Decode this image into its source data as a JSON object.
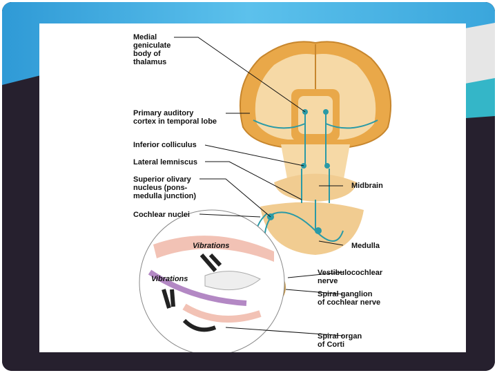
{
  "labels": {
    "medial_geniculate": "Medial\ngeniculate\nbody of\nthalamus",
    "primary_auditory": "Primary auditory\ncortex in temporal lobe",
    "inferior_colliculus": "Inferior colliculus",
    "lateral_lemniscus": "Lateral lemniscus",
    "superior_olivary": "Superior olivary\nnucleus (pons-\nmedulla junction)",
    "cochlear_nuclei": "Cochlear nuclei",
    "midbrain": "Midbrain",
    "medulla": "Medulla",
    "vestibulocochlear": "Vestibulocochlear\nnerve",
    "spiral_ganglion": "Spiral ganglion\nof cochlear nerve",
    "spiral_organ": "Spiral organ\nof Corti",
    "vibrations_1": "Vibrations",
    "vibrations_2": "Vibrations"
  },
  "colors": {
    "slide_dark": "#26202e",
    "slide_sky": "#3aa6dc",
    "brain_tissue": "#e9a849",
    "brain_light": "#f6d9a6",
    "pathway": "#2a9aa6",
    "ear_pink": "#f2c2b5"
  }
}
